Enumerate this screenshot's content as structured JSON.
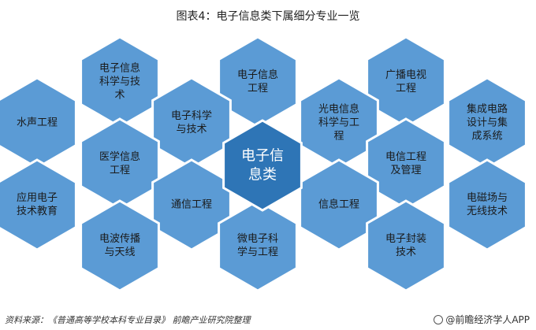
{
  "title": "图表4：电子信息类下属细分专业一览",
  "center": {
    "lines": [
      "电子信",
      "息类"
    ]
  },
  "hexes": [
    {
      "id": "hex-electronic-info-science-tech",
      "lines": [
        "电子信息",
        "科学与技",
        "术"
      ]
    },
    {
      "id": "hex-electronic-info-engineering",
      "lines": [
        "电子信息",
        "工程"
      ]
    },
    {
      "id": "hex-broadcast-tv-engineering",
      "lines": [
        "广播电视",
        "工程"
      ]
    },
    {
      "id": "hex-underwater-acoustic-engineering",
      "lines": [
        "水声工程"
      ]
    },
    {
      "id": "hex-electronic-science-tech",
      "lines": [
        "电子科学",
        "与技术"
      ]
    },
    {
      "id": "hex-optoelectronic-info-science",
      "lines": [
        "光电信息",
        "科学与工",
        "程"
      ]
    },
    {
      "id": "hex-ic-design-integrated-systems",
      "lines": [
        "集成电路",
        "设计与集",
        "成系统"
      ]
    },
    {
      "id": "hex-medical-info-engineering",
      "lines": [
        "医学信息",
        "工程"
      ]
    },
    {
      "id": "hex-telecom-engineering-management",
      "lines": [
        "电信工程",
        "及管理"
      ]
    },
    {
      "id": "hex-applied-electronic-tech-education",
      "lines": [
        "应用电子",
        "技术教育"
      ]
    },
    {
      "id": "hex-communication-engineering",
      "lines": [
        "通信工程"
      ]
    },
    {
      "id": "hex-information-engineering",
      "lines": [
        "信息工程"
      ]
    },
    {
      "id": "hex-em-field-wireless-tech",
      "lines": [
        "电磁场与",
        "无线技术"
      ]
    },
    {
      "id": "hex-wave-propagation-antenna",
      "lines": [
        "电波传播",
        "与天线"
      ]
    },
    {
      "id": "hex-microelectronic-science-engineering",
      "lines": [
        "微电子科",
        "学与工程"
      ]
    },
    {
      "id": "hex-electronic-packaging-tech",
      "lines": [
        "电子封装",
        "技术"
      ]
    }
  ],
  "source": "资料来源：《普通高等学校本科专业目录》 前瞻产业研究院整理",
  "brand": "@前瞻经济学人APP",
  "colors": {
    "hex_fill": "#5b9bd5",
    "center_fill": "#2e75b6"
  }
}
